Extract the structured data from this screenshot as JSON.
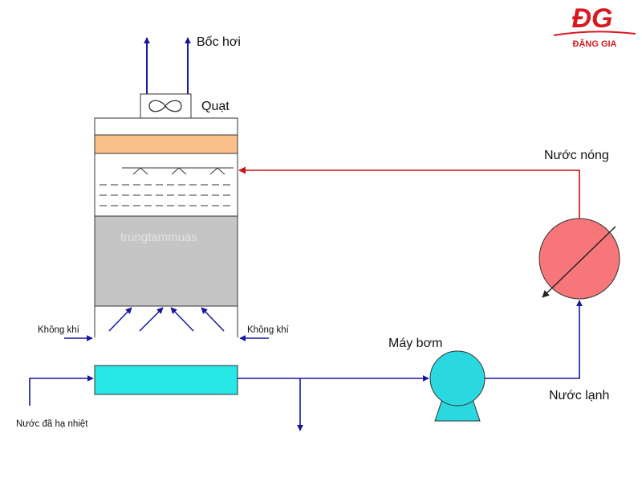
{
  "logo": {
    "mark": "ĐG",
    "name": "ĐẶNG GIA",
    "color": "#d71920"
  },
  "watermark": "trungtammuas",
  "labels": {
    "exhaust": "Bốc hơi",
    "fan": "Quạt",
    "hot_water": "Nước nóng",
    "air_left": "Không khí",
    "air_right": "Không khí",
    "pump": "Máy bơm",
    "cold_water": "Nước lạnh",
    "cooled_water": "Nước đã hạ nhiệt"
  },
  "components": {
    "fan_icon": "fan-icon",
    "tower": "cooling-tower",
    "heat_exchanger": "heat-exchanger-icon",
    "pump": "pump-icon",
    "basin": "cold-water-basin"
  },
  "colors": {
    "hot_line": "#cc1111",
    "cold_line": "#1616a0",
    "fill_media": "#fbc08a",
    "fill_section": "#c5c5c5",
    "basin": "#26e6e6",
    "pump": "#2ad8e0",
    "heat_exchanger": "#f7767a"
  }
}
